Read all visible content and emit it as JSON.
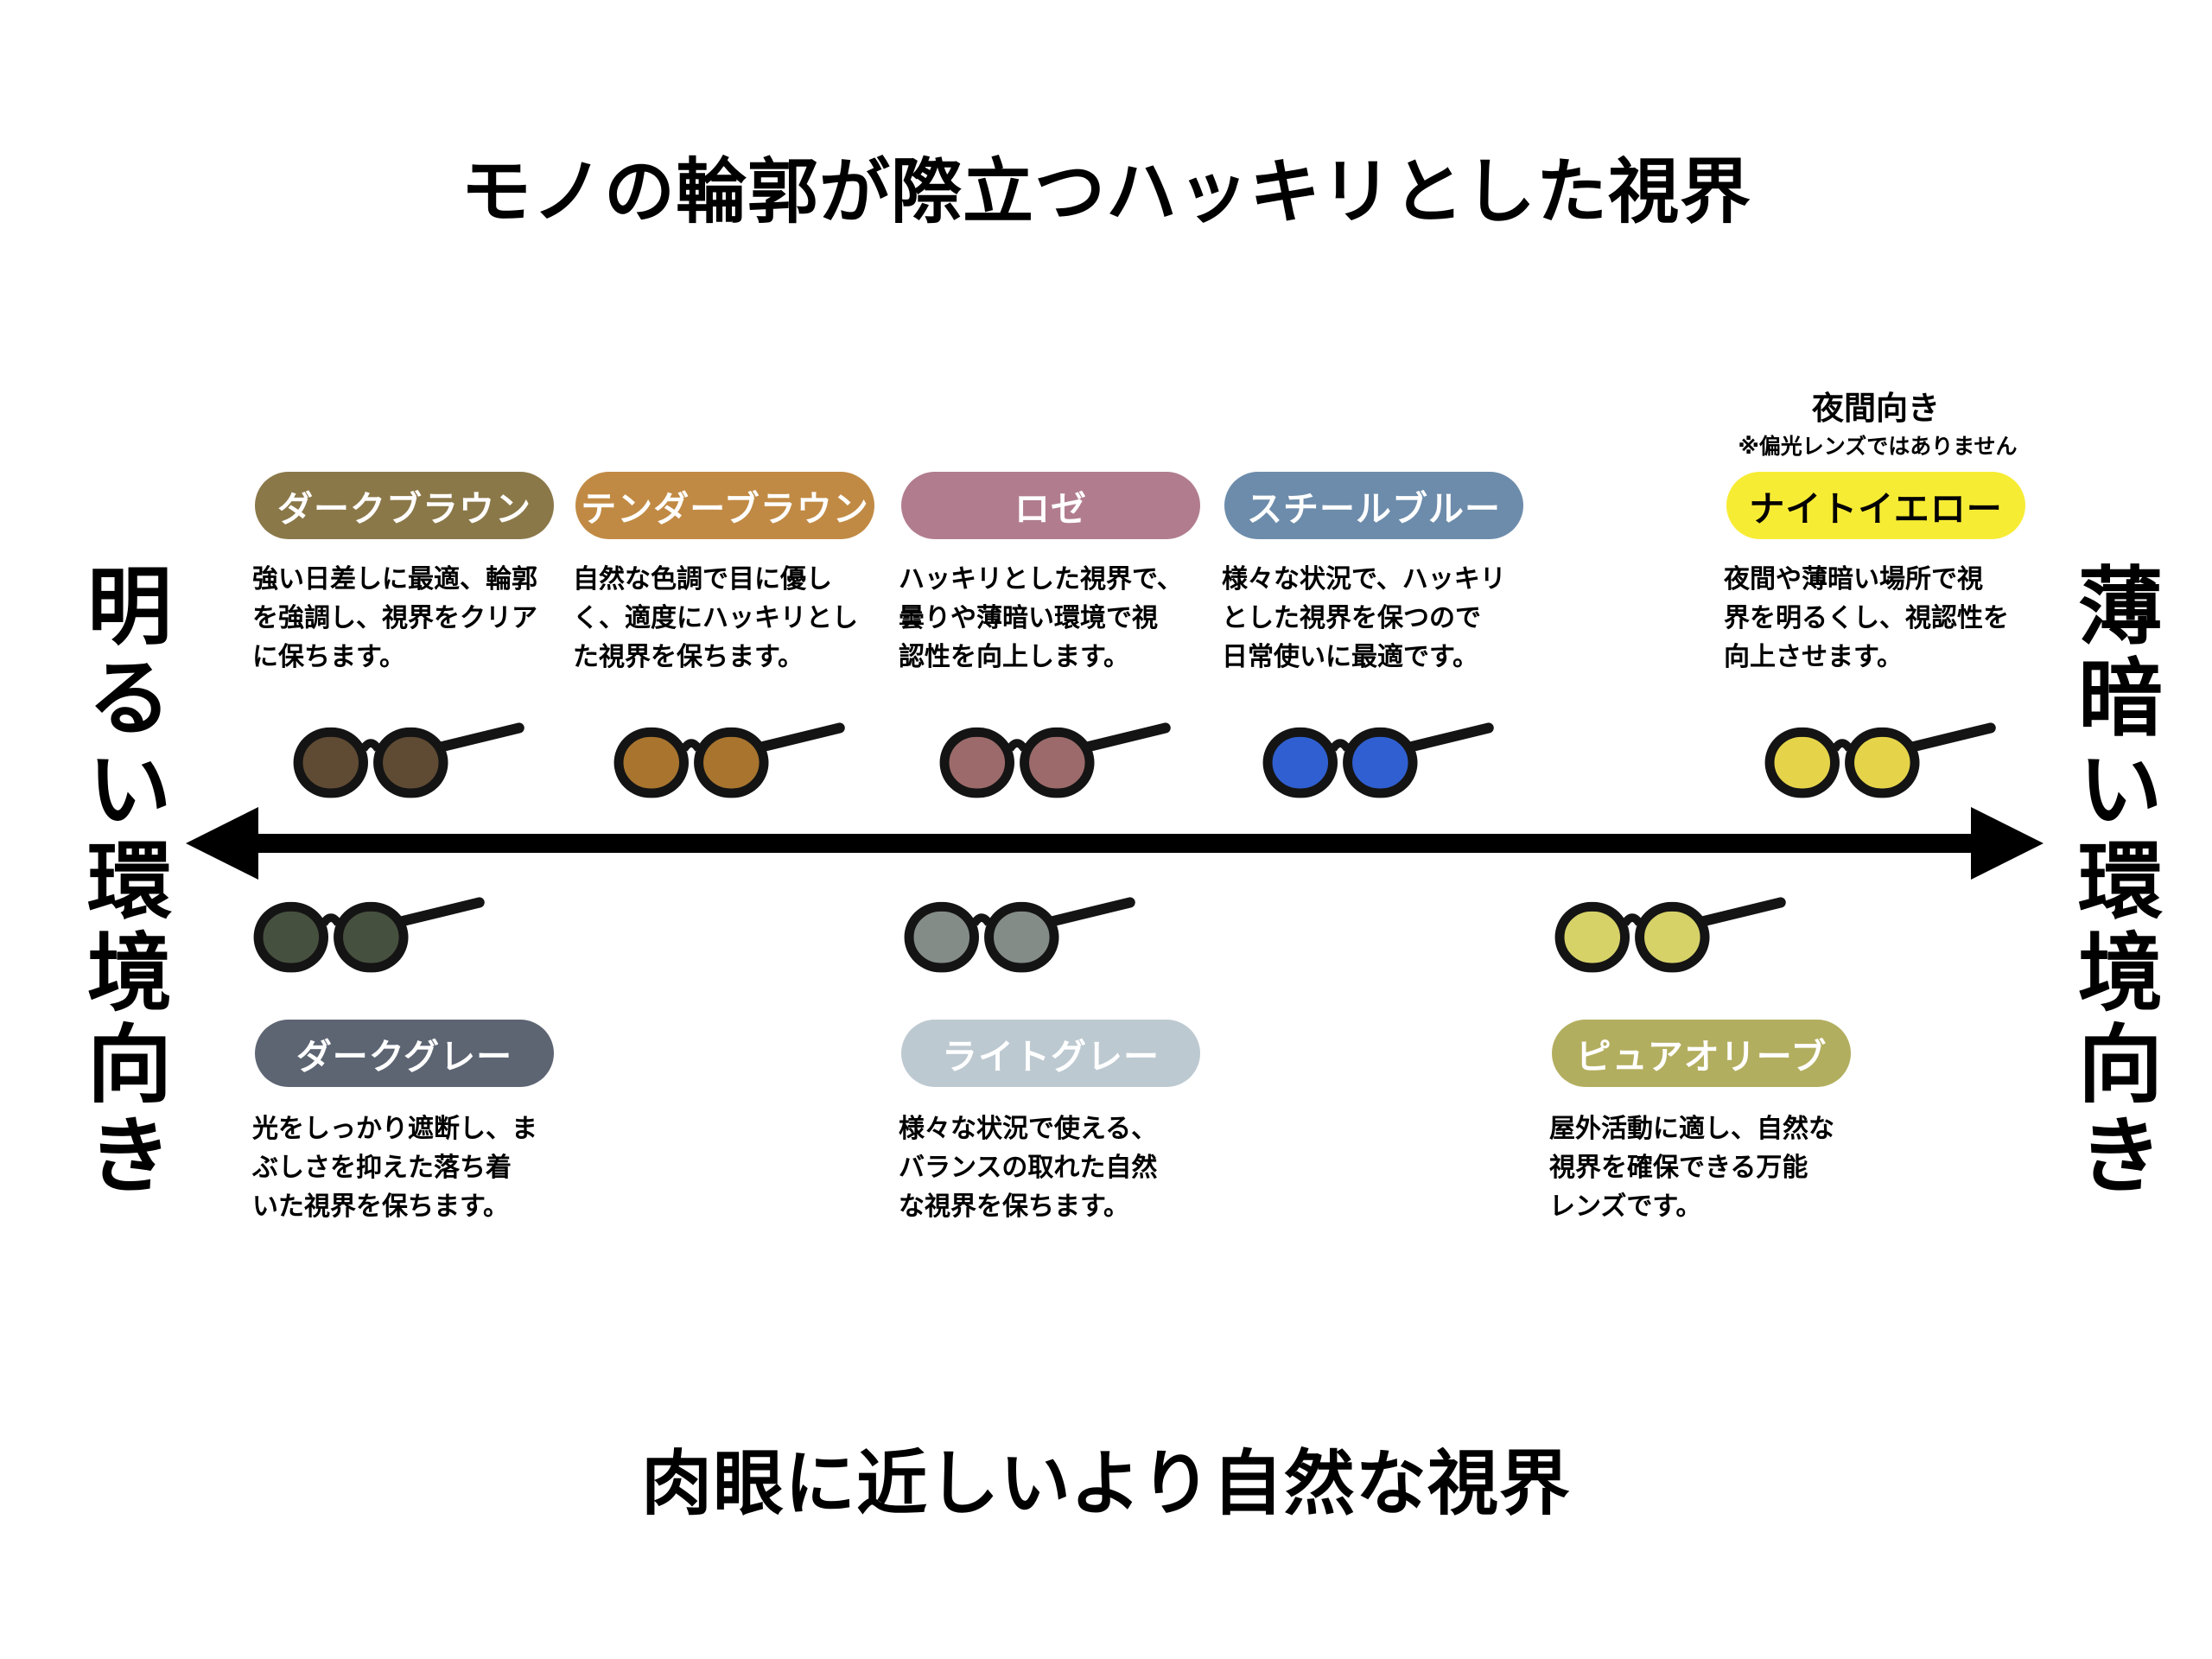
{
  "titles": {
    "top": "モノの輪郭が際立つハッキリとした視界",
    "bottom": "肉眼に近しいより自然な視界"
  },
  "axis": {
    "left_label": "明るい環境向き",
    "right_label": "薄暗い環境向き",
    "arrow_color": "#000000"
  },
  "night": {
    "heading": "夜間向き",
    "note": "※偏光レンズではありません"
  },
  "top_lenses": [
    {
      "name": "ダークブラウン",
      "pill_color": "#8b7849",
      "text_color": "#ffffff",
      "lens_color": "#5f4a33",
      "description": "強い日差しに最適、輪郭\nを強調し、視界をクリア\nに保ちます。"
    },
    {
      "name": "テンダーブラウン",
      "pill_color": "#c18a44",
      "text_color": "#ffffff",
      "lens_color": "#a8742e",
      "description": "自然な色調で目に優し\nく、適度にハッキリとし\nた視界を保ちます。"
    },
    {
      "name": "ロゼ",
      "pill_color": "#b17d8e",
      "text_color": "#ffffff",
      "lens_color": "#9c6a6a",
      "description": "ハッキリとした視界で、\n曇りや薄暗い環境で視\n認性を向上します。"
    },
    {
      "name": "スチールブルー",
      "pill_color": "#6d8cab",
      "text_color": "#ffffff",
      "lens_color": "#2f5fd0",
      "description": "様々な状況で、ハッキリ\nとした視界を保つので\n日常使いに最適です。"
    },
    {
      "name": "ナイトイエロー",
      "pill_color": "#f7ec34",
      "text_color": "#000000",
      "lens_color": "#e5d44a",
      "description": "夜間や薄暗い場所で視\n界を明るくし、視認性を\n向上させます。"
    }
  ],
  "bottom_lenses": [
    {
      "name": "ダークグレー",
      "pill_color": "#5d6573",
      "text_color": "#ffffff",
      "lens_color": "#46503f",
      "description": "光をしっかり遮断し、ま\nぶしさを抑えた落ち着\nいた視界を保ちます。"
    },
    {
      "name": "ライトグレー",
      "pill_color": "#bdc9d1",
      "text_color": "#ffffff",
      "lens_color": "#848c88",
      "description": "様々な状況で使える、\nバランスの取れた自然\nな視界を保ちます。"
    },
    {
      "name": "ピュアオリーブ",
      "pill_color": "#b2ae5f",
      "text_color": "#ffffff",
      "lens_color": "#d6d268",
      "description": "屋外活動に適し、自然な\n視界を確保できる万能\nレンズです。"
    }
  ]
}
